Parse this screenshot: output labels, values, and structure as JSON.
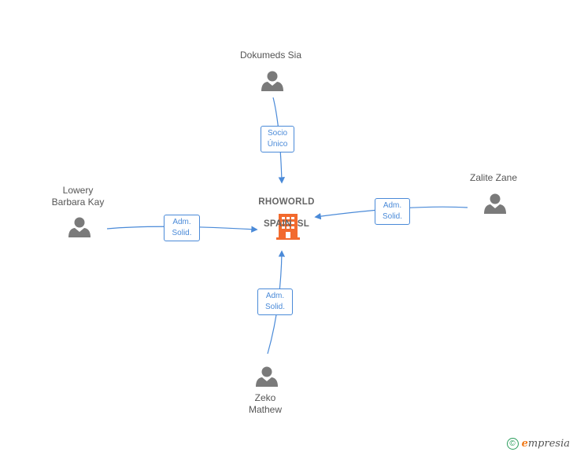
{
  "company": {
    "name_line1": "RHOWORLD",
    "name_line2": "SPAIN  SL"
  },
  "people": {
    "top": {
      "name": "Dokumeds Sia"
    },
    "left": {
      "name_line1": "Lowery",
      "name_line2": "Barbara Kay"
    },
    "right": {
      "name": "Zalite Zane"
    },
    "bottom": {
      "name_line1": "Zeko",
      "name_line2": "Mathew"
    }
  },
  "edges": {
    "top": {
      "line1": "Socio",
      "line2": "Único"
    },
    "left": {
      "line1": "Adm.",
      "line2": "Solid."
    },
    "right": {
      "line1": "Adm.",
      "line2": "Solid."
    },
    "bottom": {
      "line1": "Adm.",
      "line2": "Solid."
    }
  },
  "footer": {
    "copyright": "©",
    "brand_first": "e",
    "brand_rest": "mpresia"
  },
  "colors": {
    "line": "#4a8ad8",
    "person": "#7a7a7a",
    "company": "#f26a2e"
  }
}
